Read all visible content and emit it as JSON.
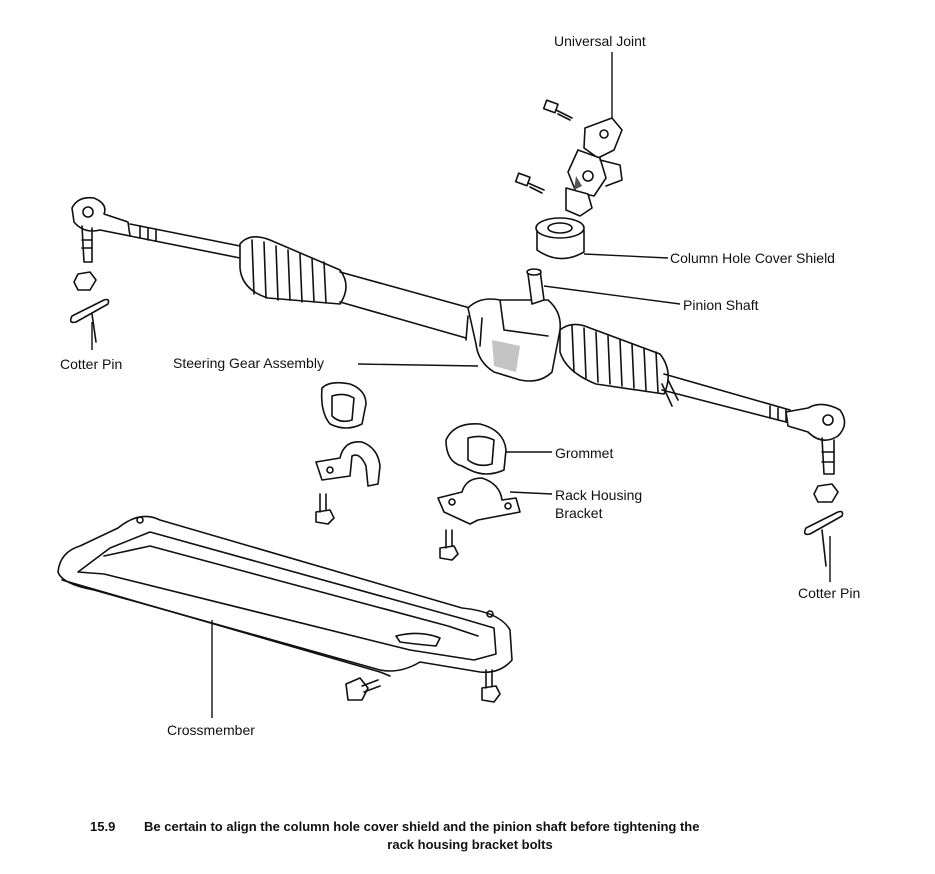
{
  "labels": {
    "universal_joint": "Universal Joint",
    "column_hole_cover_shield": "Column Hole Cover Shield",
    "pinion_shaft": "Pinion Shaft",
    "cotter_pin_left": "Cotter Pin",
    "steering_gear_assembly": "Steering Gear Assembly",
    "grommet": "Grommet",
    "rack_housing_bracket_line1": "Rack Housing",
    "rack_housing_bracket_line2": "Bracket",
    "cotter_pin_right": "Cotter Pin",
    "crossmember": "Crossmember"
  },
  "caption": {
    "number": "15.9",
    "line1": "Be certain to align the column hole cover shield and the pinion shaft before tightening the",
    "line2": "rack housing bracket bolts"
  }
}
